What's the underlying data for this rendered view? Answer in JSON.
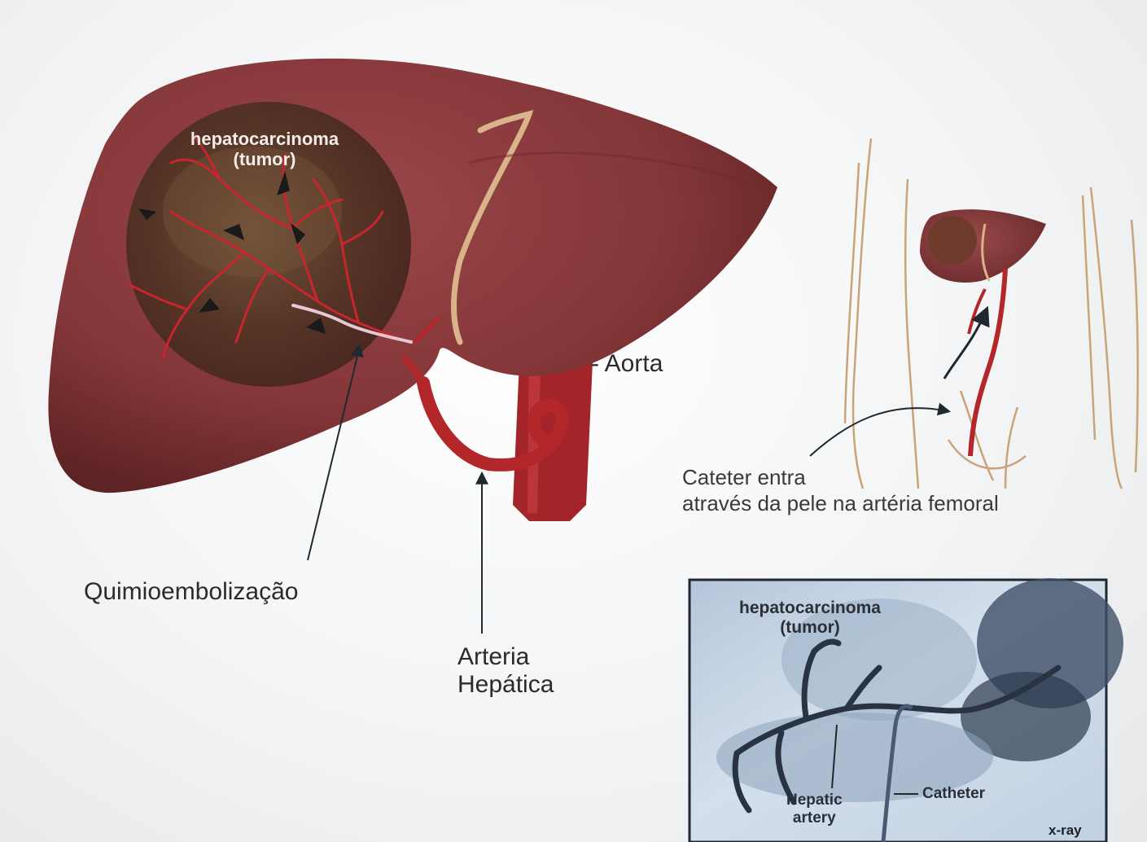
{
  "main_illustration": {
    "tumor_label_line1": "hepatocarcinoma",
    "tumor_label_line2": "(tumor)",
    "aorta_label": "- Aorta",
    "chemo_label": "Quimioembolização",
    "hepatic_artery_line1": "Arteria",
    "hepatic_artery_line2": "Hepática"
  },
  "body_inset": {
    "catheter_line1": "Cateter entra",
    "catheter_line2": "através da pele na artéria femoral"
  },
  "xray_inset": {
    "tumor_line1": "hepatocarcinoma",
    "tumor_line2": "(tumor)",
    "hepatic_line1": "Hepatic",
    "hepatic_line2": "artery",
    "catheter_label": "Catheter",
    "xray_tag": "x-ray"
  },
  "colors": {
    "liver": "#8a3a3c",
    "liver_dark": "#5e2324",
    "tumor": "#5a3a2c",
    "artery": "#b3262a",
    "xray_bg": "#c9d6e6",
    "label_text": "#2b2b2b"
  }
}
